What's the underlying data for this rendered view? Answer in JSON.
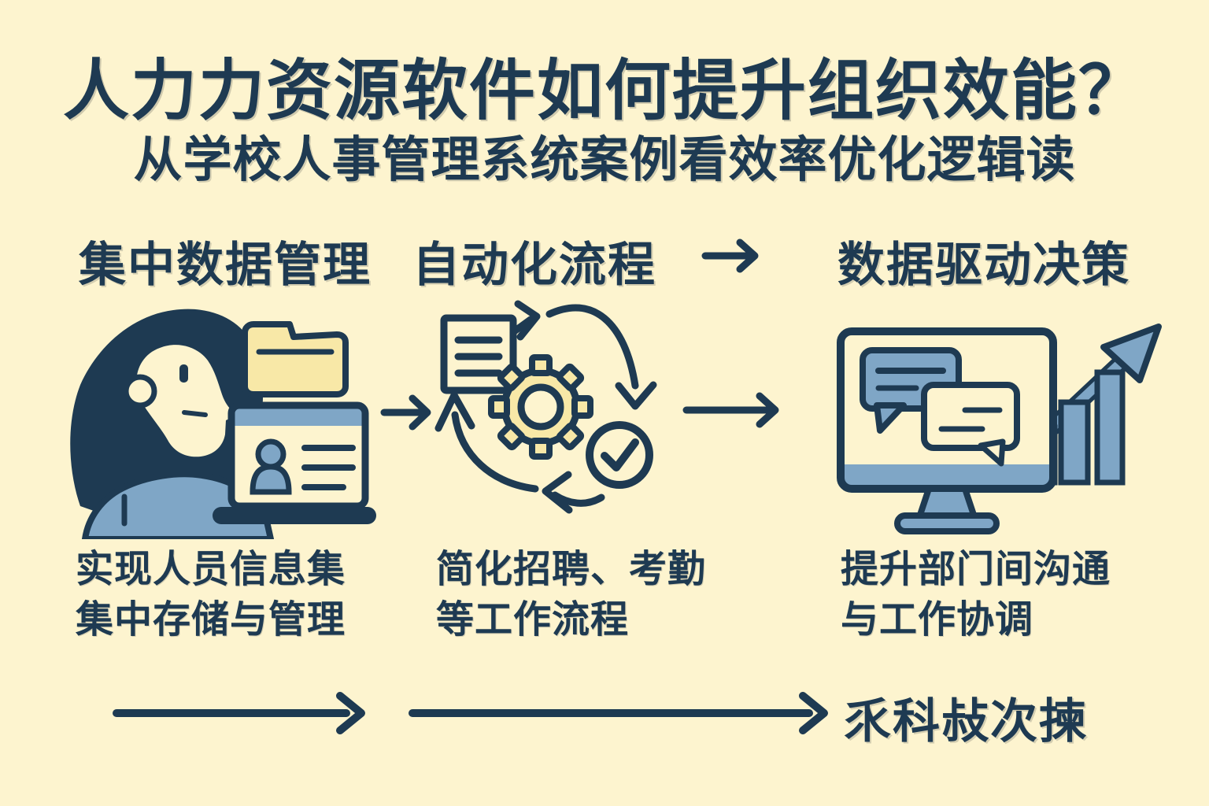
{
  "page": {
    "title": "人力力资源软件如何提升组织效能？",
    "subtitle": "从学校人事管理系统案例看效率优化逻辑读"
  },
  "columns": [
    {
      "heading": "集中数据管理",
      "icon": "woman-folder-laptop-icon",
      "desc_line1": "实现人员信息集",
      "desc_line2": "集中存储与管理"
    },
    {
      "heading": "自动化流程",
      "icon": "document-gear-workflow-icon",
      "desc_line1": "简化招聘、考勤",
      "desc_line2": "等工作流程"
    },
    {
      "heading": "数据驱动决策",
      "icon": "monitor-chat-growth-icon",
      "desc_line1": "提升部门间沟通",
      "desc_line2": "与工作协调"
    }
  ],
  "footer": {
    "text": "乑科敊次揀"
  },
  "icon_names": [
    "arrow-right-icon",
    "woman-avatar",
    "folder-icon",
    "laptop-id-card-icon",
    "document-icon",
    "gear-icon",
    "cycle-arrows-icon",
    "check-circle-icon",
    "monitor-icon",
    "chat-bubbles-icon",
    "bar-chart-icon",
    "growth-arrow-icon"
  ],
  "colors": {
    "background": "#fdf4cf",
    "ink_navy": "#1e3a52",
    "accent_blue": "#7fa6c6",
    "accent_yellow": "#f8e8a7"
  }
}
